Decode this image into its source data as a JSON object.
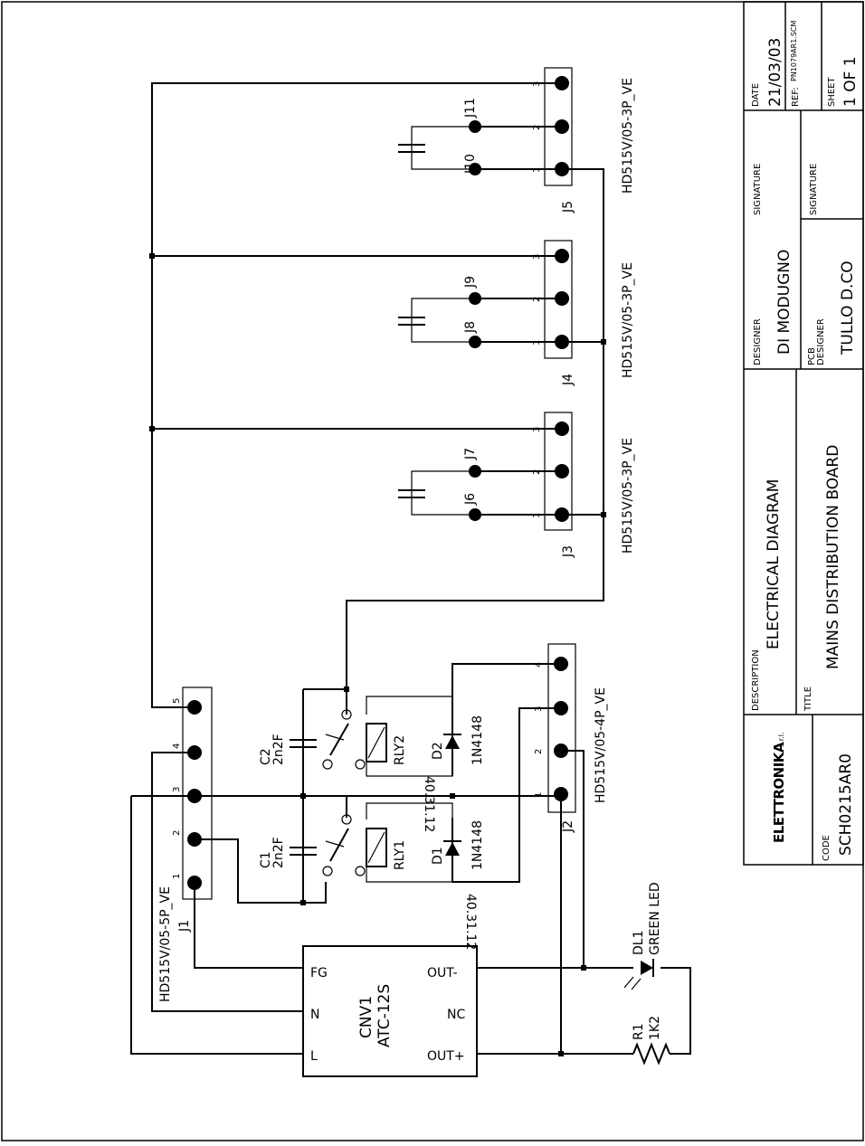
{
  "title_block": {
    "date_label": "DATE",
    "date": "21/03/03",
    "ref_label": "REF:",
    "ref": "PN1079AR1.SCM",
    "sheet_label": "SHEET",
    "sheet": "1 OF 1",
    "signature_label": "SIGNATURE",
    "designer_label": "DESIGNER",
    "designer": "DI MODUGNO",
    "pcb_designer_label": "PCB\nDESIGNER",
    "pcb_designer": "TULLO D.CO",
    "description_label": "DESCRIPTION",
    "description": "ELECTRICAL DIAGRAM",
    "title_label": "TITLE",
    "title": "MAINS DISTRIBUTION BOARD",
    "code_label": "CODE",
    "code": "SCH0215AR0",
    "logo": "ELETTRONIKA",
    "logo_suffix": "s.r.l."
  },
  "components": {
    "j1": {
      "ref": "J1",
      "value": "HD515V/05-5P_VE",
      "pins": [
        "1",
        "2",
        "3",
        "4",
        "5"
      ]
    },
    "j2": {
      "ref": "J2",
      "value": "HD515V/05-4P_VE",
      "pins": [
        "1",
        "2",
        "3",
        "4"
      ]
    },
    "j3": {
      "ref": "J3",
      "value": "HD515V/05-3P_VE",
      "pins": [
        "1",
        "2",
        "3"
      ]
    },
    "j4": {
      "ref": "J4",
      "value": "HD515V/05-3P_VE",
      "pins": [
        "1",
        "2",
        "3"
      ]
    },
    "j5": {
      "ref": "J5",
      "value": "HD515V/05-3P_VE",
      "pins": [
        "1",
        "2",
        "3"
      ]
    },
    "j6": "J6",
    "j7": "J7",
    "j8": "J8",
    "j9": "J9",
    "j10": "J10",
    "j11": "J11",
    "c1": {
      "ref": "C1",
      "value": "2n2F"
    },
    "c2": {
      "ref": "C2",
      "value": "2n2F"
    },
    "rly1": {
      "ref": "RLY1",
      "value": "40.31.12"
    },
    "rly2": {
      "ref": "RLY2",
      "value": "40.31.12"
    },
    "d1": {
      "ref": "D1",
      "value": "1N4148"
    },
    "d2": {
      "ref": "D2",
      "value": "1N4148"
    },
    "dl1": {
      "ref": "DL1",
      "value": "GREEN LED"
    },
    "r1": {
      "ref": "R1",
      "value": "1K2"
    },
    "cnv1": {
      "ref": "CNV1",
      "value": "ATC-12S",
      "pins": {
        "fg": "FG",
        "n": "N",
        "l": "L",
        "out_minus": "OUT-",
        "nc": "NC",
        "out_plus": "OUT+"
      }
    }
  }
}
